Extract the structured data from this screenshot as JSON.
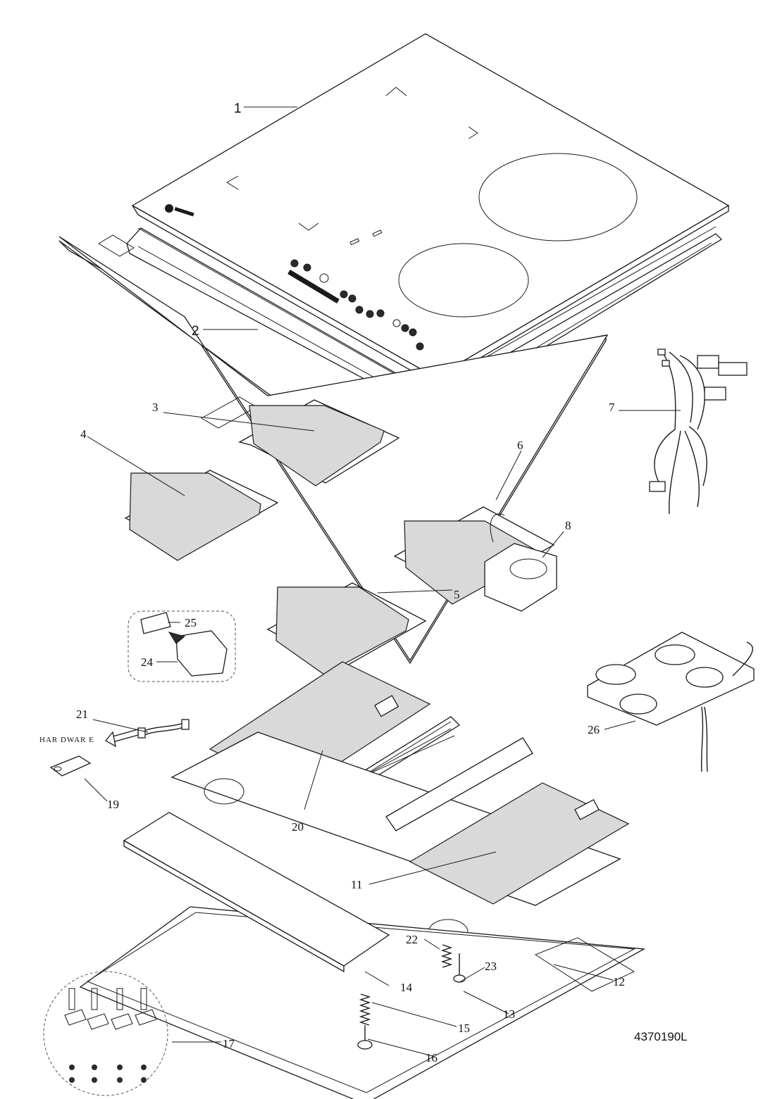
{
  "callouts": {
    "c1": "1",
    "c2": "2",
    "c3": "3",
    "c4": "4",
    "c5": "5",
    "c6": "6",
    "c7": "7",
    "c8": "8",
    "c11": "11",
    "c12": "12",
    "c13": "13",
    "c14": "14",
    "c15": "15",
    "c16": "16",
    "c17": "17",
    "c19": "19",
    "c20": "20",
    "c21": "21",
    "c22": "22",
    "c23": "23",
    "c24": "24",
    "c25": "25",
    "c26": "26"
  },
  "hardware_label": "HAR DWAR E",
  "drawing_reference": "4370190L",
  "colors": {
    "line": "#1a1a1a",
    "grey_fill": "#d9d9d9",
    "background": "#ffffff"
  }
}
